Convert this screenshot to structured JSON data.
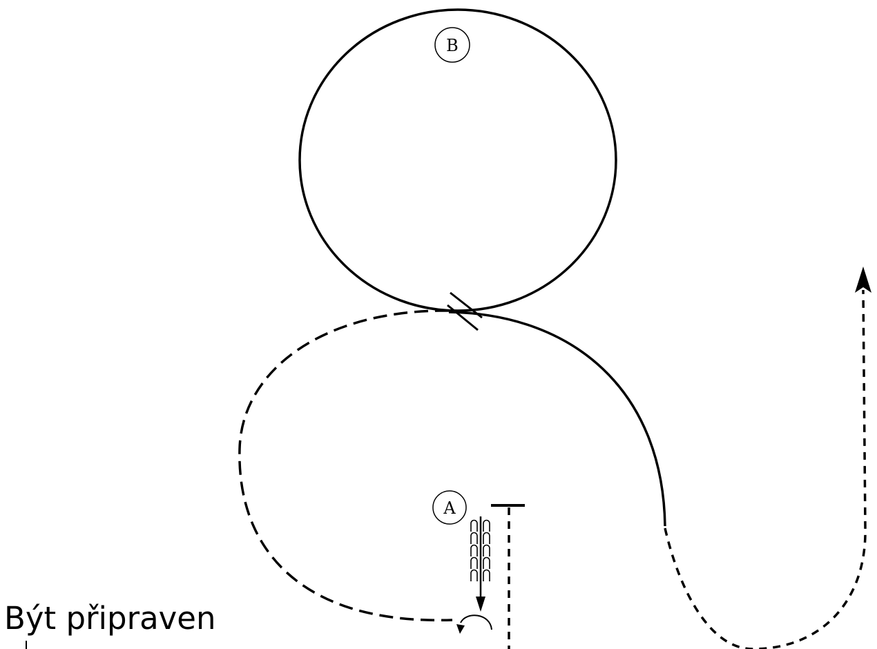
{
  "markers": {
    "a": "A",
    "b": "B"
  },
  "caption": "Být připraven",
  "colors": {
    "line": "#000000",
    "background": "#ffffff"
  }
}
